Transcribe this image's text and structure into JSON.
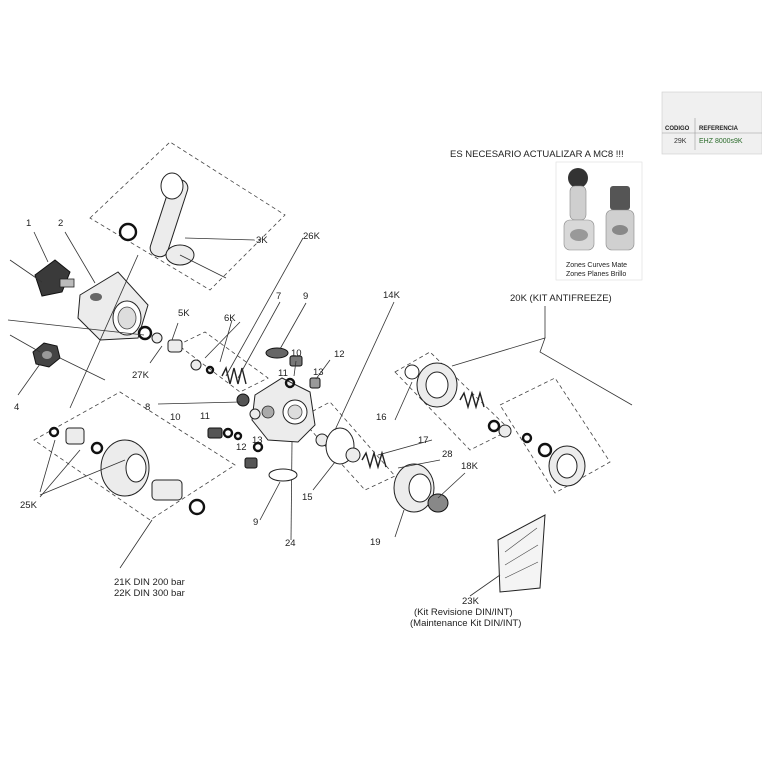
{
  "reference_table": {
    "header_code": "CODIGO",
    "header_reference": "REFERENCIA",
    "row_code": "29K",
    "row_reference": "EHZ 8000s9K"
  },
  "notice": {
    "text": "ES NECESARIO ACTUALIZAR A MC8 !!!",
    "caption_line1": "Zones Curves Mate",
    "caption_line2": "Zones Planes Brillo"
  },
  "labels": {
    "l1": "1",
    "l2": "2",
    "l3k": "3K",
    "l4": "4",
    "l5k": "5K",
    "l6k": "6K",
    "l7": "7",
    "l8": "8",
    "l9a": "9",
    "l9b": "9",
    "l10a": "10",
    "l10b": "10",
    "l11a": "11",
    "l11b": "11",
    "l12a": "12",
    "l12b": "12",
    "l13a": "13",
    "l13b": "13",
    "l14k": "14K",
    "l15": "15",
    "l16": "16",
    "l17": "17",
    "l18k": "18K",
    "l19": "19",
    "l20k": "20K (KIT ANTIFREEZE)",
    "l24": "24",
    "l25k": "25K",
    "l26k": "26K",
    "l27k": "27K",
    "l28": "28"
  },
  "din_kit": {
    "line1": "21K  DIN 200 bar",
    "line2": "22K  DIN 300 bar"
  },
  "maintenance_kit": {
    "code": "23K",
    "line1": "(Kit Revisione DIN/INT)",
    "line2": "(Maintenance Kit DIN/INT)"
  }
}
